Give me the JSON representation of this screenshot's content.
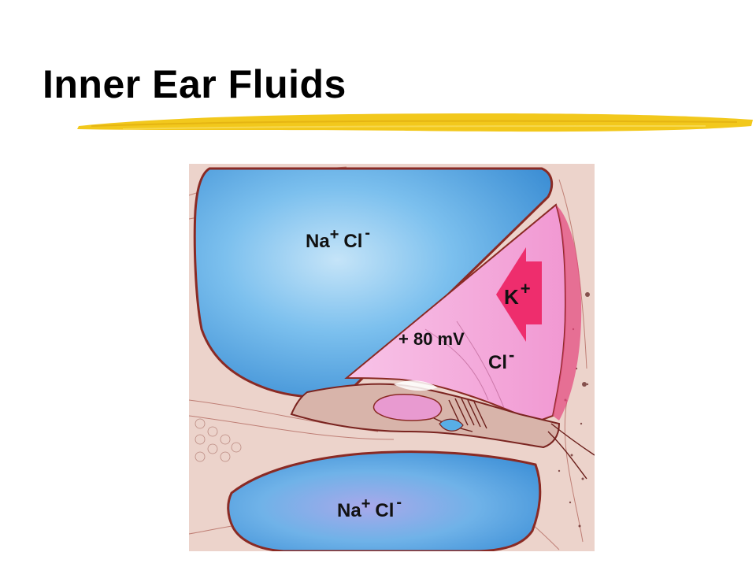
{
  "slide": {
    "title": "Inner Ear Fluids"
  },
  "diagram": {
    "labels": {
      "upper_chamber": {
        "ion1": "Na",
        "ion1_charge": "+",
        "ion2": "Cl",
        "ion2_charge": "-"
      },
      "middle_chamber": {
        "potential": "+ 80 mV",
        "k_ion": "K",
        "k_charge": "+",
        "cl_ion": "Cl",
        "cl_charge": "-"
      },
      "lower_chamber": {
        "ion1": "Na",
        "ion1_charge": "+",
        "ion2": "Cl",
        "ion2_charge": "-"
      }
    },
    "colors": {
      "perilymph_blue": "#5aa8e4",
      "endolymph_pink": "#f4aede",
      "potassium_arrow": "#ee2d6d",
      "tissue": "#ecd3cb",
      "tissue_line": "#8a2a24",
      "underline_gold": "#f2c81c"
    }
  }
}
